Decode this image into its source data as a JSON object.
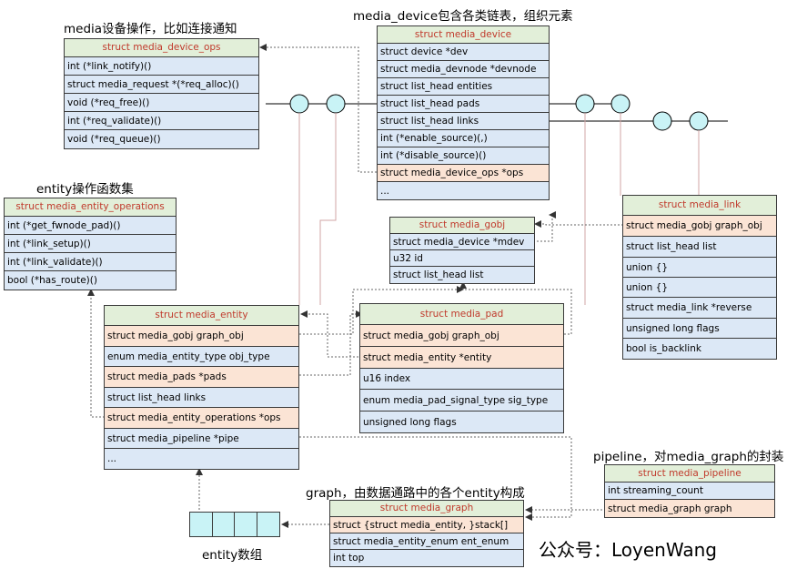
{
  "titles": {
    "device_ops": "media设备操作，比如连接通知",
    "media_device": "media_device包含各类链表，组织元素",
    "entity_ops": "entity操作函数集",
    "pipeline": "pipeline，对media_graph的封装",
    "graph": "graph，由数据通路中的各个entity构成",
    "entity_array": "entity数组"
  },
  "watermark": "公众号：LoyenWang",
  "media_device_ops": {
    "header": "struct media_device_ops",
    "rows": [
      "int (*link_notify)()",
      "struct media_request *(*req_alloc)()",
      "void (*req_free)()",
      "int (*req_validate)()",
      "void (*req_queue)()"
    ]
  },
  "media_device": {
    "header": "struct media_device",
    "rows": [
      "struct device *dev",
      "struct media_devnode *devnode",
      "struct list_head entities",
      "struct list_head pads",
      "struct list_head links",
      "int (*enable_source)(,)",
      "int (*disable_source)()",
      "struct media_device_ops *ops",
      "..."
    ]
  },
  "media_entity_operations": {
    "header": "struct media_entity_operations",
    "rows": [
      "int (*get_fwnode_pad)()",
      "int (*link_setup)()",
      "int (*link_validate)()",
      "bool (*has_route)()"
    ]
  },
  "media_gobj": {
    "header": "struct media_gobj",
    "rows": [
      "struct media_device *mdev",
      "u32 id",
      "struct list_head list"
    ]
  },
  "media_link": {
    "header": "struct media_link",
    "rows": [
      "struct media_gobj graph_obj",
      "struct list_head list",
      "union {}",
      "union {}",
      "struct media_link *reverse",
      "unsigned long flags",
      "bool is_backlink"
    ]
  },
  "media_entity": {
    "header": "struct media_entity",
    "rows": [
      "struct media_gobj graph_obj",
      "enum media_entity_type obj_type",
      "struct media_pads *pads",
      "struct list_head links",
      "struct media_entity_operations *ops",
      "struct media_pipeline *pipe",
      "..."
    ]
  },
  "media_pad": {
    "header": "struct media_pad",
    "rows": [
      "struct media_gobj graph_obj",
      "struct media_entity *entity",
      "u16 index",
      "enum media_pad_signal_type sig_type",
      "unsigned long flags"
    ]
  },
  "media_pipeline": {
    "header": "struct media_pipeline",
    "rows": [
      "int streaming_count",
      "struct media_graph graph"
    ]
  },
  "media_graph": {
    "header": "struct media_graph",
    "rows": [
      "struct {struct media_entity, }stack[]",
      "struct media_entity_enum ent_enum",
      "int top"
    ]
  },
  "colors": {
    "header_fill": "#e2efd9",
    "header_text": "#c0392b",
    "row_fill": "#dce8f6",
    "highlight_fill": "#fbe4d5",
    "node_fill": "#c9f3f6"
  }
}
